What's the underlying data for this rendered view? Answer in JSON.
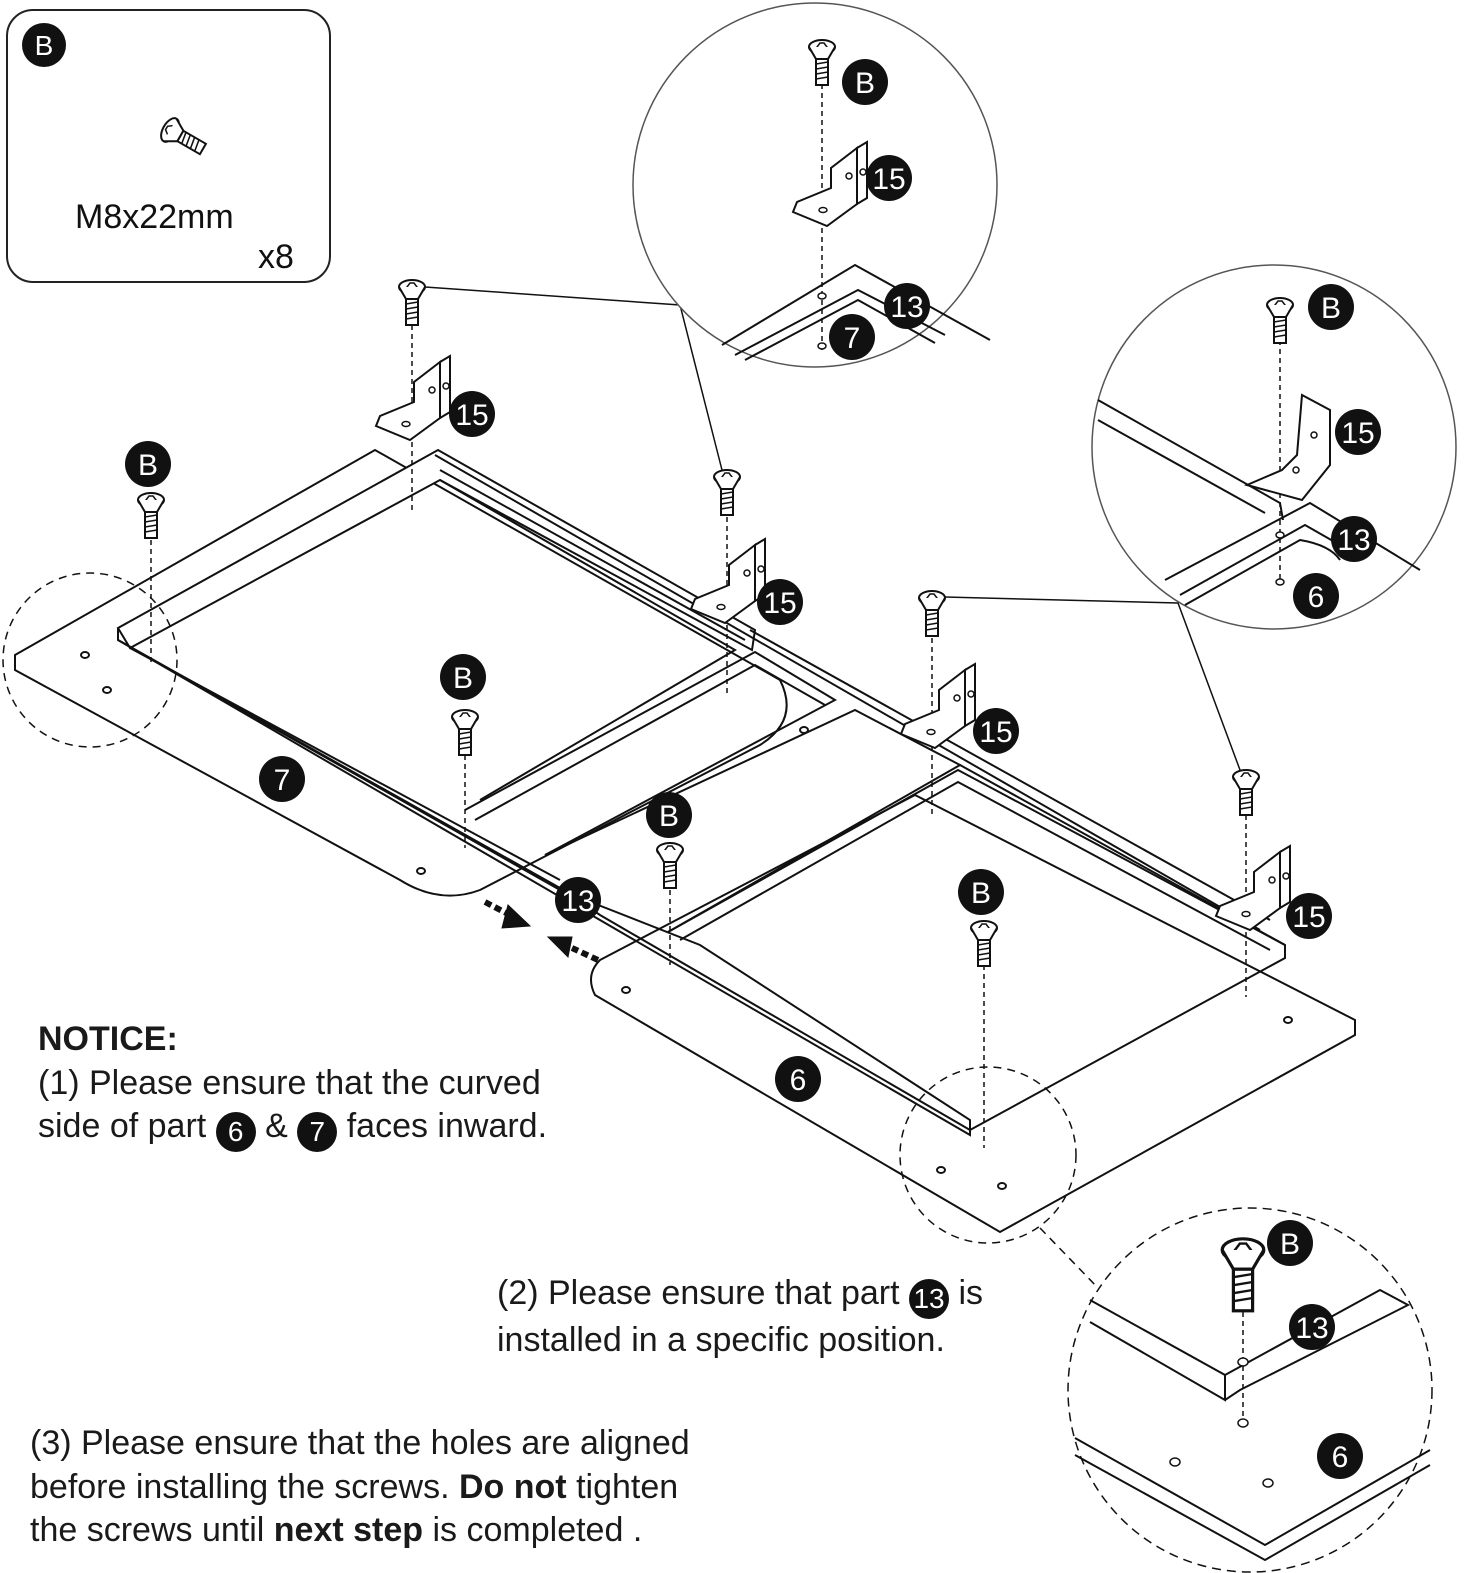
{
  "hardware_box": {
    "badge": "B",
    "size": "M8x22mm",
    "qty": "x8"
  },
  "labels": {
    "screw": "B",
    "bracket": "15",
    "rail": "13",
    "panel_left": "7",
    "panel_right": "6"
  },
  "notice": {
    "heading": "NOTICE:",
    "item1_pre": "(1) Please ensure that the curved",
    "item1_line2_pre": "side of part",
    "item1_part_a": "6",
    "item1_amp": "&",
    "item1_part_b": "7",
    "item1_post": "faces inward.",
    "item2_pre": "(2) Please ensure that part",
    "item2_part": "13",
    "item2_post": "is",
    "item2_line2": "installed in a specific position.",
    "item3_line1": "(3) Please ensure that the holes are aligned",
    "item3_line2_pre": "before installing the screws.",
    "item3_bold1": "Do not",
    "item3_line2_post": "tighten",
    "item3_line3_pre": "the screws until",
    "item3_bold2": "next step",
    "item3_line3_post": "is completed ."
  }
}
